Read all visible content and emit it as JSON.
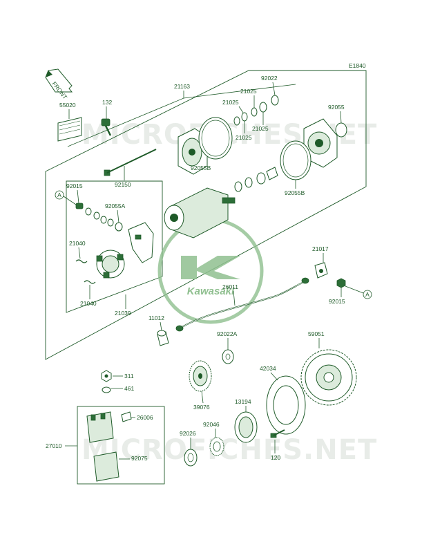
{
  "diagram_code": "E1840",
  "front_label": "FRONT",
  "watermark": "MICROFICHES.NET",
  "logo_text": "Kawasaki",
  "colors": {
    "ink": "#1e5a28",
    "watermark": "#d6ddd6",
    "logo": "#8fbf8f"
  },
  "callouts": {
    "a_left": "A",
    "a_right": "A"
  },
  "parts": {
    "p21163": "21163",
    "p92022_top": "92022",
    "p21025_a": "21025",
    "p21025_b": "21025",
    "p21025_c": "21025",
    "p21025_d": "21025",
    "p92055": "92055",
    "p132": "132",
    "p55020": "55020",
    "p92055B_a": "92055B",
    "p92055B_b": "92055B",
    "p92150": "92150",
    "p92015_top": "92015",
    "p92055A": "92055A",
    "p21040_a": "21040",
    "p21040_b": "21040",
    "p21039": "21039",
    "p21017": "21017",
    "p26011": "26011",
    "p92015_right": "92015",
    "p11012": "11012",
    "p92022A": "92022A",
    "p59051": "59051",
    "p311": "311",
    "p461": "461",
    "p42034": "42034",
    "p26006": "26006",
    "p39076": "39076",
    "p13194": "13194",
    "p27010": "27010",
    "p92026": "92026",
    "p92046": "92046",
    "p92075": "92075",
    "p120": "120"
  }
}
